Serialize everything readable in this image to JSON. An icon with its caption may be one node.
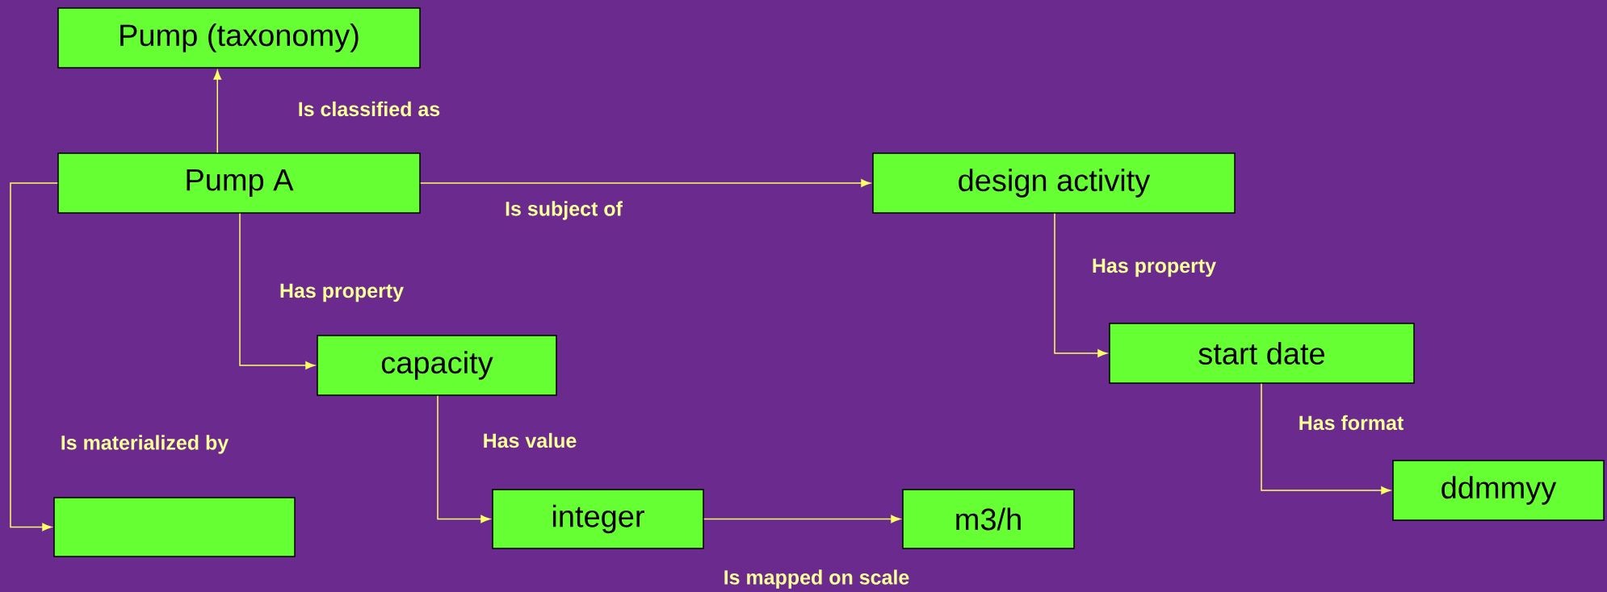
{
  "diagram": {
    "nodes": [
      {
        "text": [
          "Pump (taxonomy)"
        ]
      },
      {
        "text": [
          "Pump A"
        ]
      },
      {
        "text": [
          "design activity"
        ]
      },
      {
        "text": [
          "capacity"
        ]
      },
      {
        "text": [
          "start date"
        ]
      },
      {
        "text": [
          "ddmmyy"
        ]
      },
      {
        "text": [
          "integer"
        ]
      },
      {
        "text": [
          "m3/h"
        ]
      },
      {
        "text": [],
        "shape": "box"
      }
    ],
    "edges": [
      {
        "from": 1,
        "to": 0,
        "arrow": "to",
        "label": "Is classified as"
      },
      {
        "from": 1,
        "to": 2,
        "arrow": "to",
        "label": "Is subject of"
      },
      {
        "from": 1,
        "to": 3,
        "arrow": "to",
        "label": "Has property"
      },
      {
        "from": 1,
        "to": 8,
        "arrow": "to",
        "label": "Is materialized by"
      },
      {
        "from": 3,
        "to": 6,
        "arrow": "to",
        "label": "Has value"
      },
      {
        "from": 6,
        "to": 7,
        "arrow": "to",
        "label": "Is mapped on scale"
      },
      {
        "from": 2,
        "to": 4,
        "arrow": "to",
        "label": "Has property"
      },
      {
        "from": 4,
        "to": 5,
        "arrow": "to",
        "label": "Has format"
      }
    ]
  }
}
